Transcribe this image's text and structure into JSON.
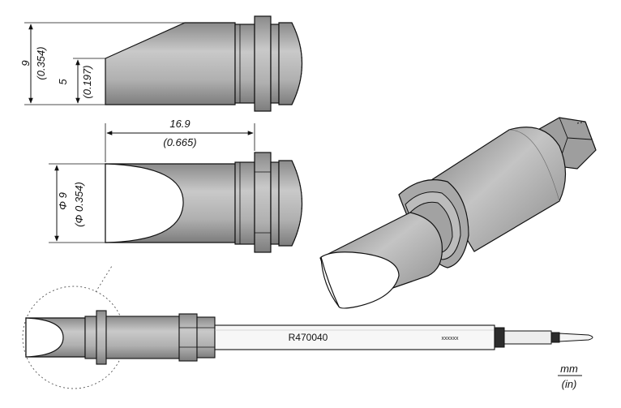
{
  "dimensions": {
    "height_total": {
      "mm": "9",
      "in": "(0.354)"
    },
    "height_bevel": {
      "mm": "5",
      "in": "(0.197)"
    },
    "length": {
      "mm": "16.9",
      "in": "(0.665)"
    },
    "diameter": {
      "mm": "Φ 9",
      "in": "(Φ 0.354)"
    }
  },
  "part_number": "R470040",
  "code_mark": "xxxxxx",
  "units": {
    "primary": "mm",
    "secondary": "(in)"
  },
  "colors": {
    "body": "#b5b5b5",
    "body_dark": "#8f8f8f",
    "line": "#111111",
    "tip_face": "#ffffff"
  }
}
